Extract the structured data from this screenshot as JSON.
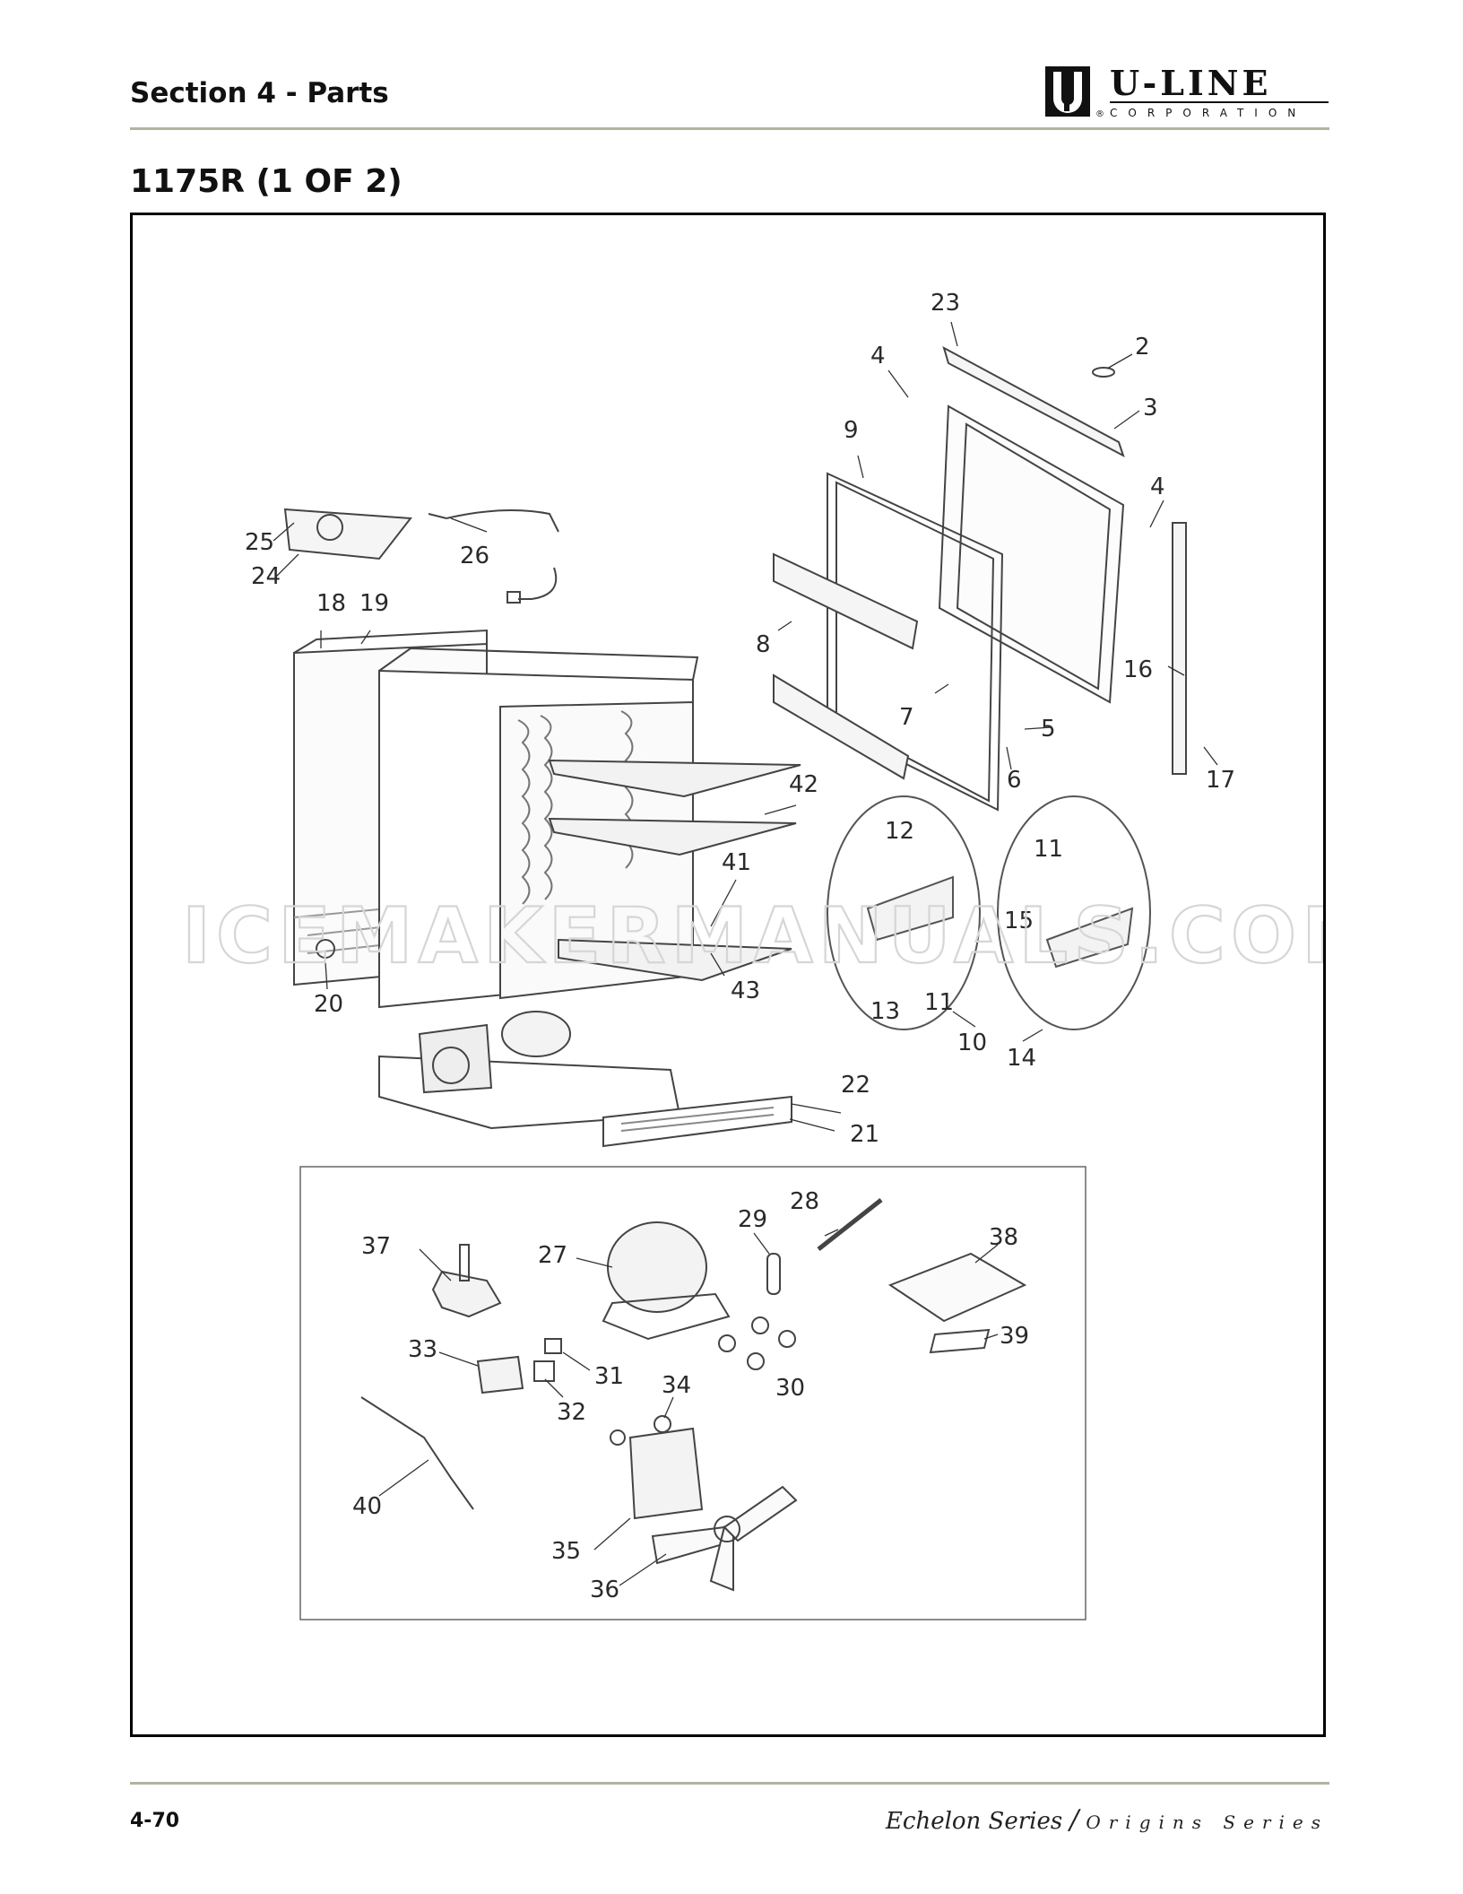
{
  "header": {
    "section_title": "Section 4 - Parts",
    "logo_name": "U-LINE",
    "logo_sub": "CORPORATION",
    "logo_reg": "®",
    "logo_icon": "u-line-logo-icon"
  },
  "page_title": "1175R (1 OF 2)",
  "diagram": {
    "watermark": "ICEMAKERMANUALS.COM",
    "callouts": [
      "2",
      "3",
      "4",
      "4",
      "5",
      "6",
      "7",
      "8",
      "9",
      "10",
      "11",
      "11",
      "12",
      "13",
      "14",
      "15",
      "16",
      "17",
      "18",
      "19",
      "20",
      "21",
      "22",
      "23",
      "24",
      "25",
      "26",
      "27",
      "28",
      "29",
      "30",
      "31",
      "32",
      "33",
      "34",
      "35",
      "36",
      "37",
      "38",
      "39",
      "40",
      "41",
      "42",
      "43"
    ]
  },
  "footer": {
    "page_number": "4-70",
    "series_a": "Echelon Series",
    "separator": "/",
    "series_b": "Origins Series"
  }
}
